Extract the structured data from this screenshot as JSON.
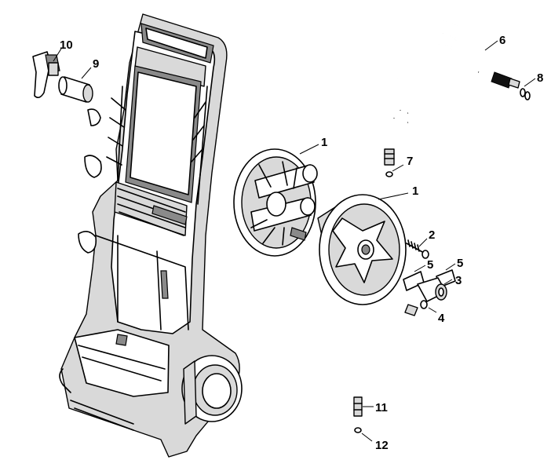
{
  "callouts": [
    {
      "id": "c1a",
      "number": "1"
    },
    {
      "id": "c1b",
      "number": "1"
    },
    {
      "id": "c2",
      "number": "2"
    },
    {
      "id": "c3",
      "number": "3"
    },
    {
      "id": "c4",
      "number": "4"
    },
    {
      "id": "c5a",
      "number": "5"
    },
    {
      "id": "c5b",
      "number": "5"
    },
    {
      "id": "c6",
      "number": "6"
    },
    {
      "id": "c7",
      "number": "7"
    },
    {
      "id": "c8",
      "number": "8"
    },
    {
      "id": "c9",
      "number": "9"
    },
    {
      "id": "c10",
      "number": "10"
    },
    {
      "id": "c11",
      "number": "11"
    },
    {
      "id": "c12",
      "number": "12"
    }
  ]
}
